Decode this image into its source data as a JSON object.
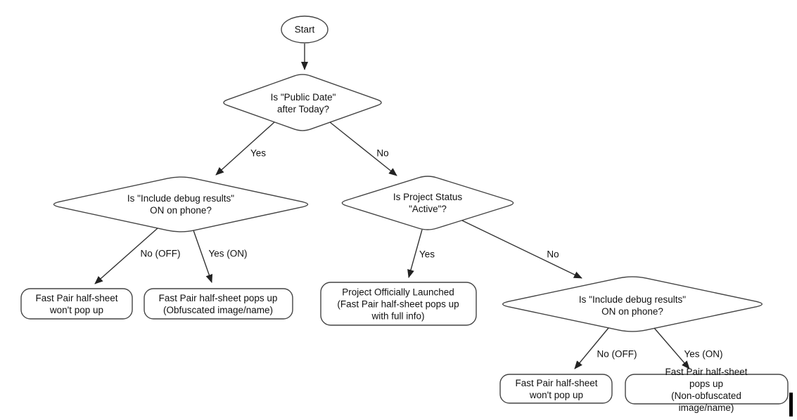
{
  "flowchart": {
    "nodes": {
      "start": "Start",
      "public_date": "Is \"Public Date\"\nafter Today?",
      "debug_left": "Is \"Include debug results\"\nON on phone?",
      "project_status": "Is Project Status\n\"Active\"?",
      "debug_right": "Is \"Include debug results\"\nON on phone?",
      "no_popup_left": "Fast Pair half-sheet\nwon't pop up",
      "obfuscated_popup": "Fast Pair half-sheet pops up\n(Obfuscated image/name)",
      "launched": "Project Officially Launched\n(Fast Pair half-sheet pops up\nwith full info)",
      "no_popup_right": "Fast Pair half-sheet\nwon't pop up",
      "non_obfuscated_popup": "Fast Pair half-sheet pops up\n(Non-obfuscated image/name)"
    },
    "edge_labels": {
      "public_date_yes": "Yes",
      "public_date_no": "No",
      "debug_left_no": "No (OFF)",
      "debug_left_yes": "Yes (ON)",
      "project_status_yes": "Yes",
      "project_status_no": "No",
      "debug_right_no": "No (OFF)",
      "debug_right_yes": "Yes (ON)"
    },
    "colors": {
      "shape_stroke": "#444444",
      "arrow": "#333333",
      "text": "#111111",
      "background": "#ffffff",
      "caret": "#000000"
    }
  }
}
